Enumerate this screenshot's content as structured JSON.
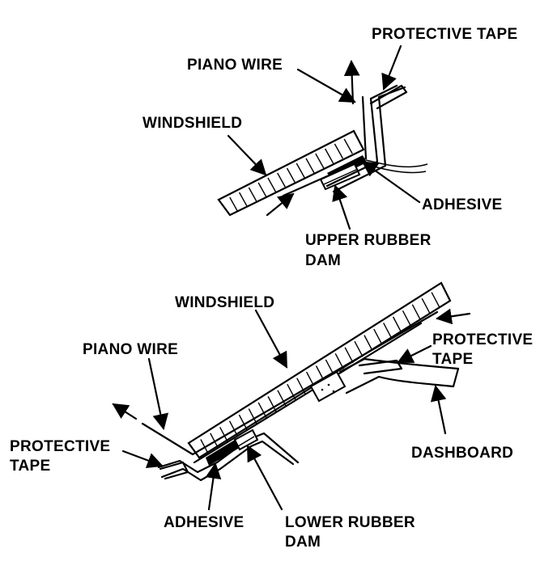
{
  "top_figure": {
    "protective_tape": "PROTECTIVE TAPE",
    "piano_wire": "PIANO WIRE",
    "windshield": "WINDSHIELD",
    "adhesive": "ADHESIVE",
    "upper_rubber_dam_line1": "UPPER RUBBER",
    "upper_rubber_dam_line2": "DAM"
  },
  "bottom_figure": {
    "windshield": "WINDSHIELD",
    "piano_wire": "PIANO WIRE",
    "protective_tape_right_line1": "PROTECTIVE",
    "protective_tape_right_line2": "TAPE",
    "protective_tape_left_line1": "PROTECTIVE",
    "protective_tape_left_line2": "TAPE",
    "dashboard": "DASHBOARD",
    "adhesive": "ADHESIVE",
    "lower_rubber_dam_line1": "LOWER RUBBER",
    "lower_rubber_dam_line2": "DAM"
  }
}
